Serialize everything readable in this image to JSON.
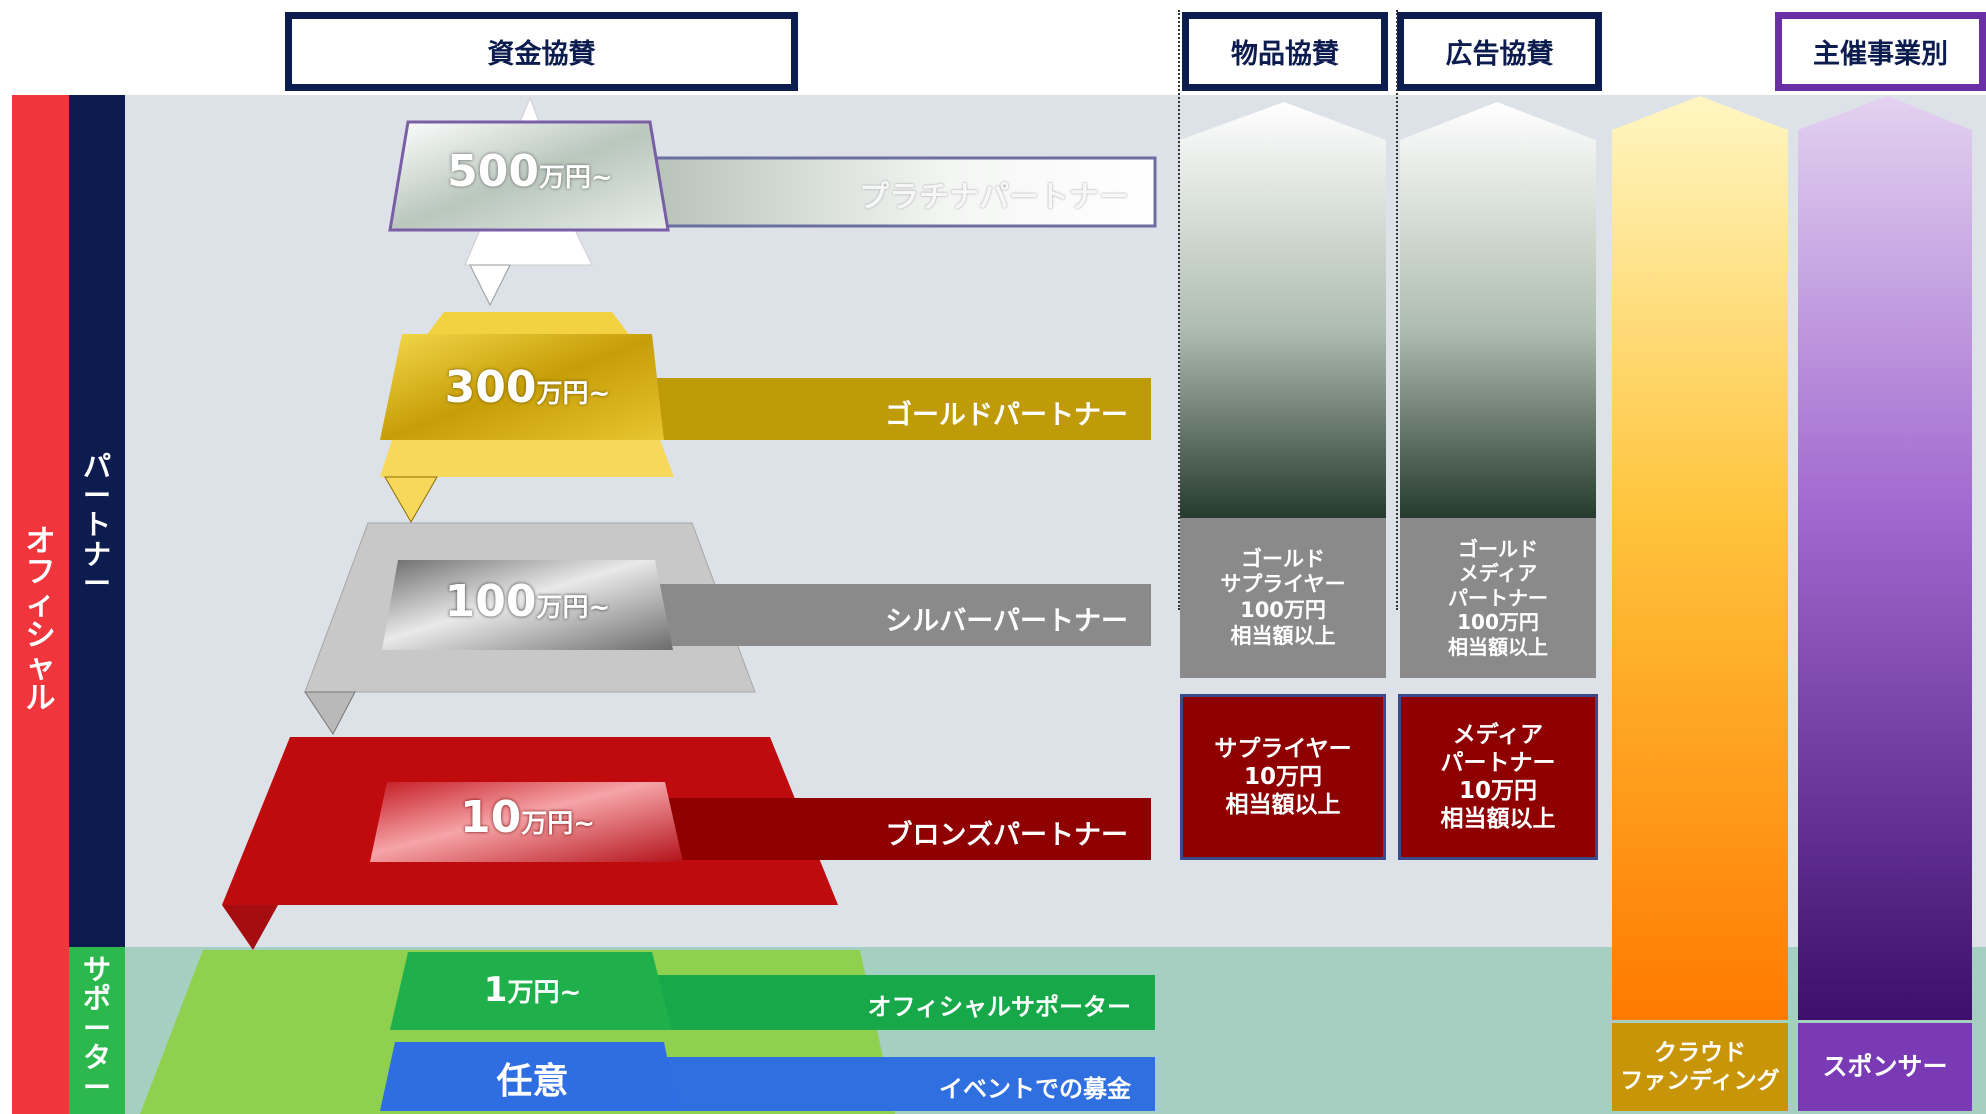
{
  "headers": {
    "financial": "資金協賛",
    "goods": "物品協賛",
    "advertising": "広告協賛",
    "event": "主催事業別"
  },
  "side_labels": {
    "official": [
      "オ",
      "フ",
      "ィ",
      "シ",
      "ャ",
      "ル"
    ],
    "partner": [
      "パ",
      "ー",
      "ト",
      "ナ",
      "ー"
    ],
    "supporter": [
      "サ",
      "ポ",
      "ー",
      "タ",
      "ー"
    ]
  },
  "tiers": [
    {
      "amount": "500",
      "unit": "万円~",
      "name": "プラチナパートナー"
    },
    {
      "amount": "300",
      "unit": "万円~",
      "name": "ゴールドパートナー"
    },
    {
      "amount": "100",
      "unit": "万円~",
      "name": "シルバーパートナー"
    },
    {
      "amount": "10",
      "unit": "万円~",
      "name": "ブロンズパートナー"
    },
    {
      "amount": "1",
      "unit": "万円~",
      "name": "オフィシャルサポーター"
    },
    {
      "amount": "任意",
      "unit": "",
      "name": "イベントでの募金"
    }
  ],
  "goods_boxes": {
    "gold": "ゴールド\nサプライヤー\n100万円\n相当額以上",
    "standard": "サプライヤー\n10万円\n相当額以上"
  },
  "ad_boxes": {
    "gold": "ゴールド\nメディア\nパートナー\n100万円\n相当額以上",
    "standard": "メディア\nパートナー\n10万円\n相当額以上"
  },
  "event_labels": {
    "crowdfunding": "クラウド\nファンディング",
    "sponsor": "スポンサー"
  },
  "colors": {
    "navy": "#0c1c4f",
    "red_band": "#f0353c",
    "supporter_green": "#2db84d",
    "partner_bg": "#dde1e8",
    "supporter_bg": "#a5cfc0",
    "platinum": "#d8ddd8",
    "gold": "#c7a20b",
    "silver": "#8f8f8f",
    "bronze": "#b50d10",
    "green_tier": "#1fb04c",
    "blue_tier": "#2f6fe0",
    "dark_red_box": "#8f0000",
    "grey_box": "#8a8a8a",
    "orange": "#ff8a00",
    "purple": "#6a2fa5"
  }
}
